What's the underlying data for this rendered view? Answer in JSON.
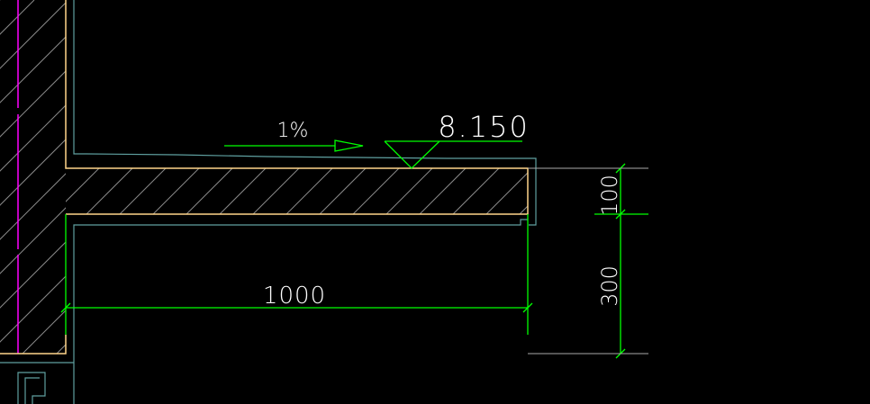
{
  "drawing": {
    "slope_label": "1%",
    "elevation_label": "8.150",
    "width_dimension": "1000",
    "slab_thickness_dimension": "100",
    "drop_dimension": "300"
  },
  "colors": {
    "background": "#000000",
    "outline": "#ffd58a",
    "finish": "#5fa0a0",
    "dimension": "#00ff00",
    "axis": "#ff00ff",
    "hatch": "#8a8a8a",
    "text": "#ffffff"
  }
}
